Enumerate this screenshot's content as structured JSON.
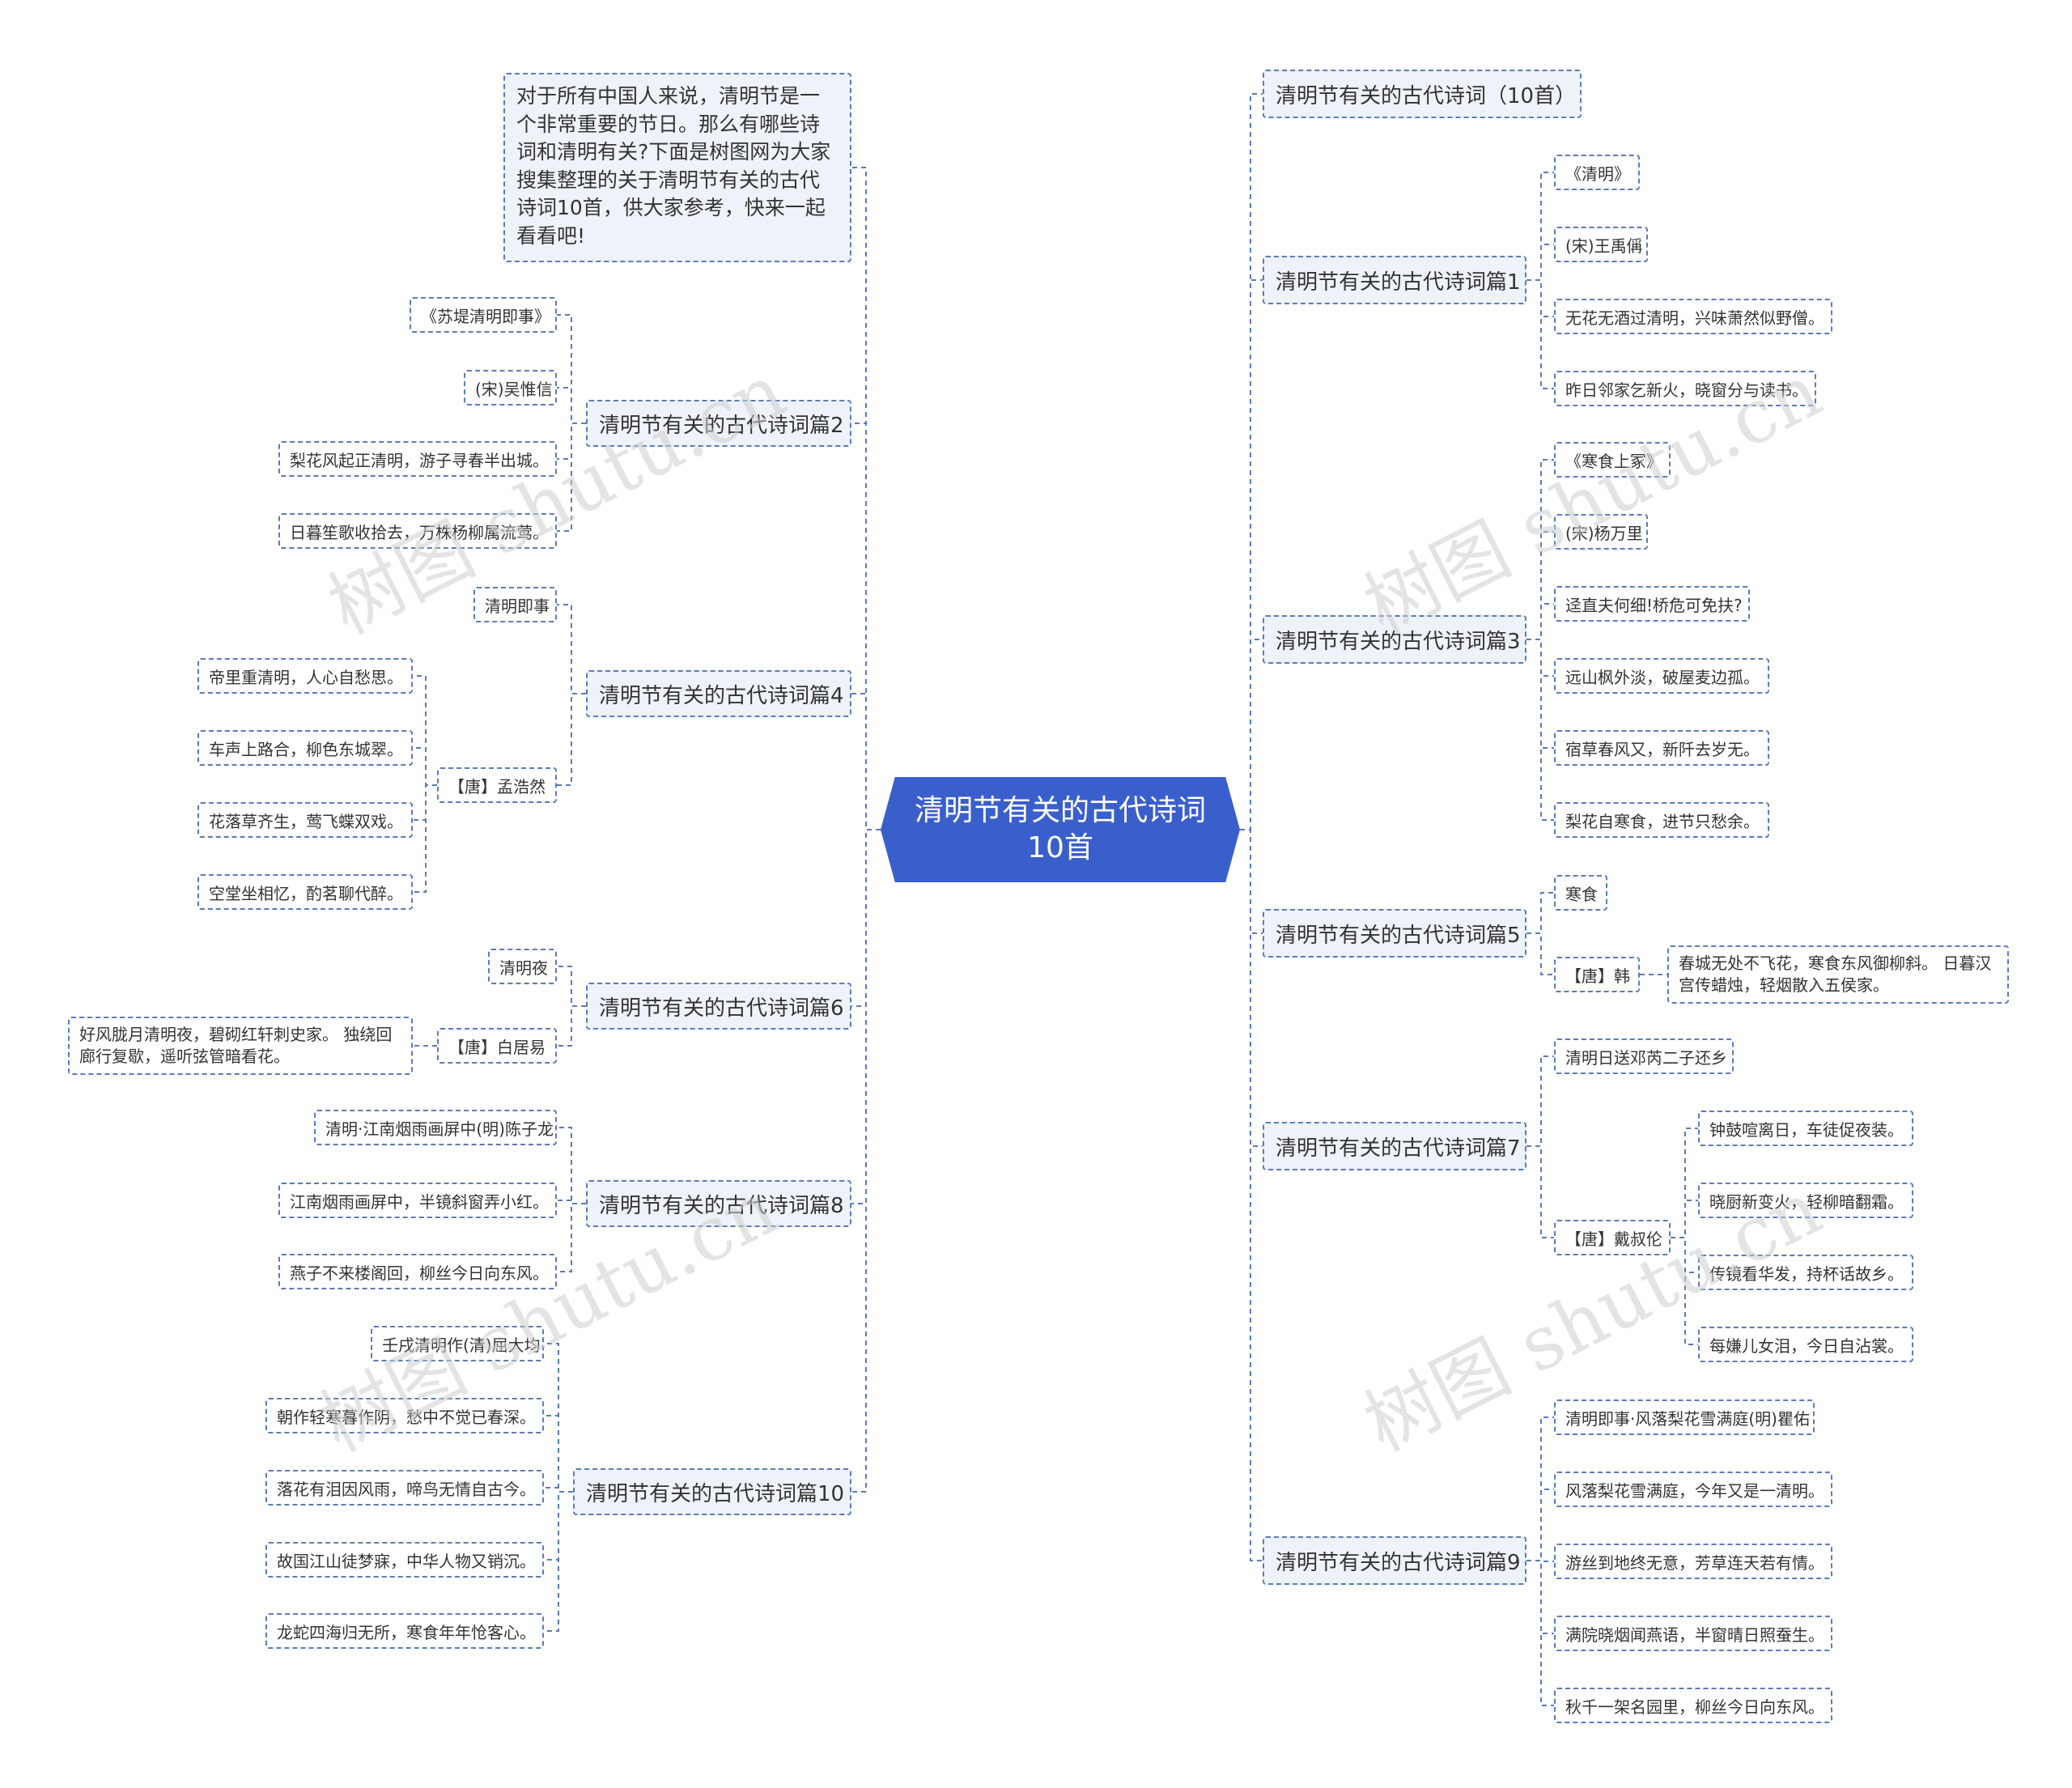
{
  "root": {
    "label": "清明节有关的古代诗词10首"
  },
  "intro": {
    "text": "对于所有中国人来说，清明节是一个非常重要的节日。那么有哪些诗词和清明有关?下面是树图网为大家搜集整理的关于清明节有关的古代诗词10首，供大家参考，快来一起看看吧!"
  },
  "left": {
    "b2": {
      "label": "清明节有关的古代诗词篇2",
      "items": [
        "《苏堤清明即事》",
        "(宋)吴惟信",
        "梨花风起正清明，游子寻春半出城。",
        "日暮笙歌收拾去，万株杨柳属流莺。"
      ]
    },
    "b4": {
      "label": "清明节有关的古代诗词篇4",
      "title": "清明即事",
      "author": "【唐】孟浩然",
      "lines": [
        "帝里重清明，人心自愁思。",
        "车声上路合，柳色东城翠。",
        "花落草齐生，莺飞蝶双戏。",
        "空堂坐相忆，酌茗聊代醉。"
      ]
    },
    "b6": {
      "label": "清明节有关的古代诗词篇6",
      "title": "清明夜",
      "author": "【唐】白居易",
      "text": "好风胧月清明夜，碧砌红轩刺史家。 独绕回廊行复歇，遥听弦管暗看花。"
    },
    "b8": {
      "label": "清明节有关的古代诗词篇8",
      "items": [
        "清明·江南烟雨画屏中(明)陈子龙",
        "江南烟雨画屏中，半镜斜窗弄小红。",
        "燕子不来楼阁回，柳丝今日向东风。"
      ]
    },
    "b10": {
      "label": "清明节有关的古代诗词篇10",
      "items": [
        "壬戌清明作(清)屈大均",
        "朝作轻寒暮作阴，愁中不觉已春深。",
        "落花有泪因风雨，啼鸟无情自古今。",
        "故国江山徒梦寐，中华人物又销沉。",
        "龙蛇四海归无所，寒食年年怆客心。"
      ]
    }
  },
  "right": {
    "b0": {
      "label": "清明节有关的古代诗词（10首）"
    },
    "b1": {
      "label": "清明节有关的古代诗词篇1",
      "items": [
        "《清明》",
        "(宋)王禹偁",
        "无花无酒过清明，兴味萧然似野僧。",
        "昨日邻家乞新火，晓窗分与读书。"
      ]
    },
    "b3": {
      "label": "清明节有关的古代诗词篇3",
      "items": [
        "《寒食上冢》",
        "(宋)杨万里",
        "迳直夫何细!桥危可免扶?",
        "远山枫外淡，破屋麦边孤。",
        "宿草春风又，新阡去岁无。",
        "梨花自寒食，进节只愁余。"
      ]
    },
    "b5": {
      "label": "清明节有关的古代诗词篇5",
      "title": "寒食",
      "author": "【唐】韩",
      "text": "春城无处不飞花，寒食东风御柳斜。 日暮汉宫传蜡烛，轻烟散入五侯家。"
    },
    "b7": {
      "label": "清明节有关的古代诗词篇7",
      "title": "清明日送邓芮二子还乡",
      "author": "【唐】戴叔伦",
      "lines": [
        "钟鼓喧离日，车徒促夜装。",
        "晓厨新变火，轻柳暗翻霜。",
        "传镜看华发，持杯话故乡。",
        "每嫌儿女泪，今日自沾裳。"
      ]
    },
    "b9": {
      "label": "清明节有关的古代诗词篇9",
      "items": [
        "清明即事·风落梨花雪满庭(明)瞿佑",
        "风落梨花雪满庭，今年又是一清明。",
        "游丝到地终无意，芳草连天若有情。",
        "满院晓烟闻燕语，半窗晴日照蚕生。",
        "秋千一架名园里，柳丝今日向东风。"
      ]
    }
  },
  "watermarks": [
    "树图 shutu.cn",
    "树图 shutu.cn",
    "树图 shutu.cn",
    "树图 shutu.cn"
  ],
  "colors": {
    "root": "#3a5fcd",
    "line": "#5b7bb8",
    "branch_bg": "#eef2f9",
    "watermark": "#cfcfcf"
  }
}
